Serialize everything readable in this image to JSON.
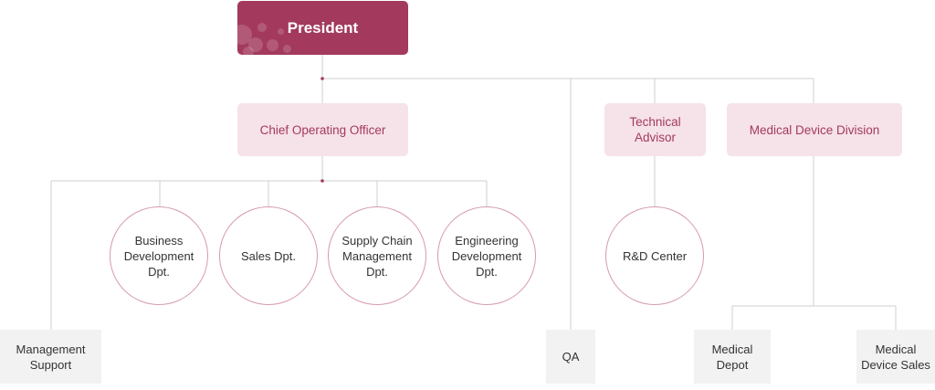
{
  "org": {
    "president": "President",
    "coo": "Chief Operating Officer",
    "technical_advisor": "Technical\nAdvisor",
    "medical_device_division": "Medical Device Division",
    "departments": {
      "business_development": "Business\nDevelopment\nDpt.",
      "sales": "Sales Dpt.",
      "supply_chain": "Supply Chain\nManagement\nDpt.",
      "engineering": "Engineering\nDevelopment\nDpt.",
      "rnd": "R&D Center"
    },
    "management_support": "Management\nSupport",
    "qa": "QA",
    "medical_depot": "Medical\nDepot",
    "medical_device_sales": "Medical\nDevice Sales"
  },
  "colors": {
    "primary": "#a33a5e",
    "light_pink": "#f6e2e9",
    "circle_border": "#d69aab",
    "grey_box": "#f2f2f2",
    "connector": "#cfcfcf"
  }
}
